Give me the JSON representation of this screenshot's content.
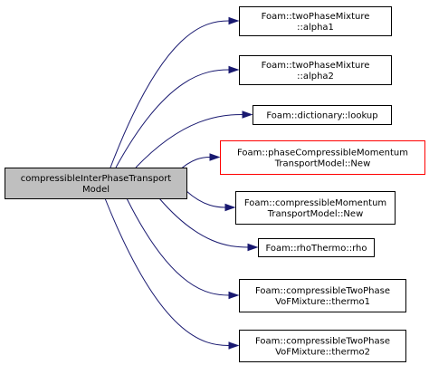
{
  "graph": {
    "source": {
      "lines": [
        "compressibleInterPhaseTransport",
        "Model"
      ],
      "fill": "#bfbfbf",
      "border": "#000000"
    },
    "targets": [
      {
        "lines": [
          "Foam::twoPhaseMixture",
          "::alpha1"
        ],
        "border": "#000000",
        "clickable": true
      },
      {
        "lines": [
          "Foam::twoPhaseMixture",
          "::alpha2"
        ],
        "border": "#000000",
        "clickable": true
      },
      {
        "lines": [
          "Foam::dictionary::lookup"
        ],
        "border": "#000000",
        "clickable": true
      },
      {
        "lines": [
          "Foam::phaseCompressibleMomentum",
          "TransportModel::New"
        ],
        "border": "#ff0000",
        "clickable": false
      },
      {
        "lines": [
          "Foam::compressibleMomentum",
          "TransportModel::New"
        ],
        "border": "#000000",
        "clickable": true
      },
      {
        "lines": [
          "Foam::rhoThermo::rho"
        ],
        "border": "#000000",
        "clickable": true
      },
      {
        "lines": [
          "Foam::compressibleTwoPhase",
          "VoFMixture::thermo1"
        ],
        "border": "#000000",
        "clickable": true
      },
      {
        "lines": [
          "Foam::compressibleTwoPhase",
          "VoFMixture::thermo2"
        ],
        "border": "#000000",
        "clickable": true
      }
    ],
    "edge_color": "#191970"
  }
}
